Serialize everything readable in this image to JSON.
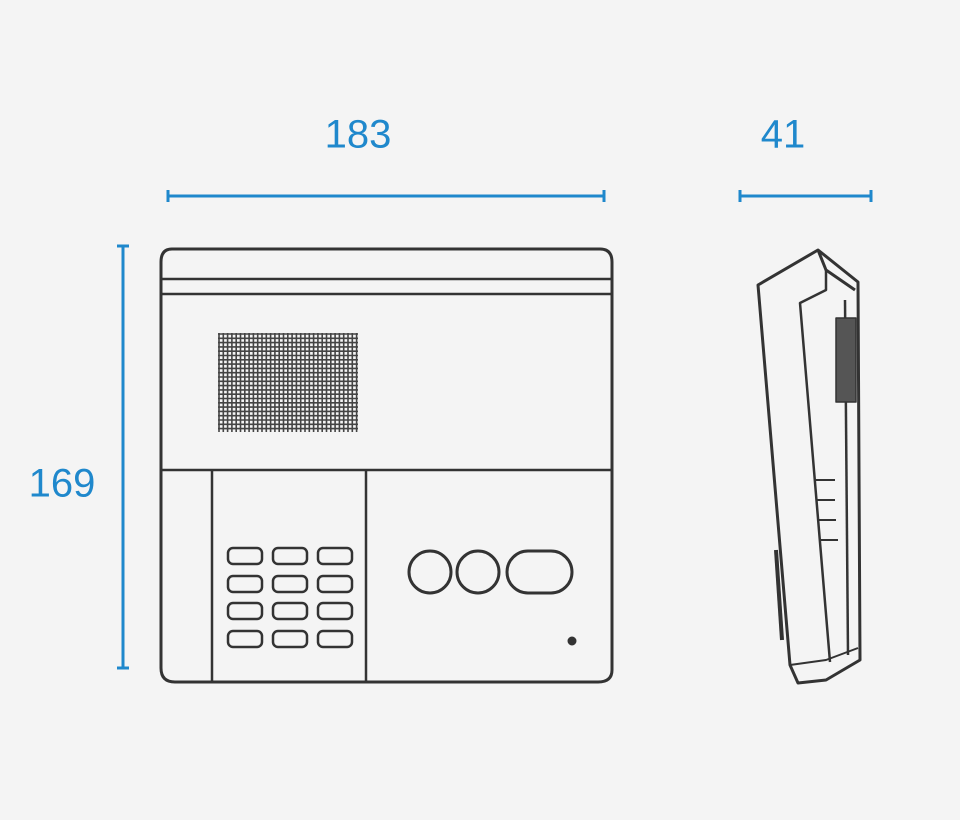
{
  "dimensions": {
    "width_label": "183",
    "depth_label": "41",
    "height_label": "169"
  },
  "colors": {
    "dimension": "#1f88cc",
    "outline": "#333333",
    "background": "#f4f4f4"
  },
  "keypad": {
    "rows": 4,
    "columns": 3
  }
}
